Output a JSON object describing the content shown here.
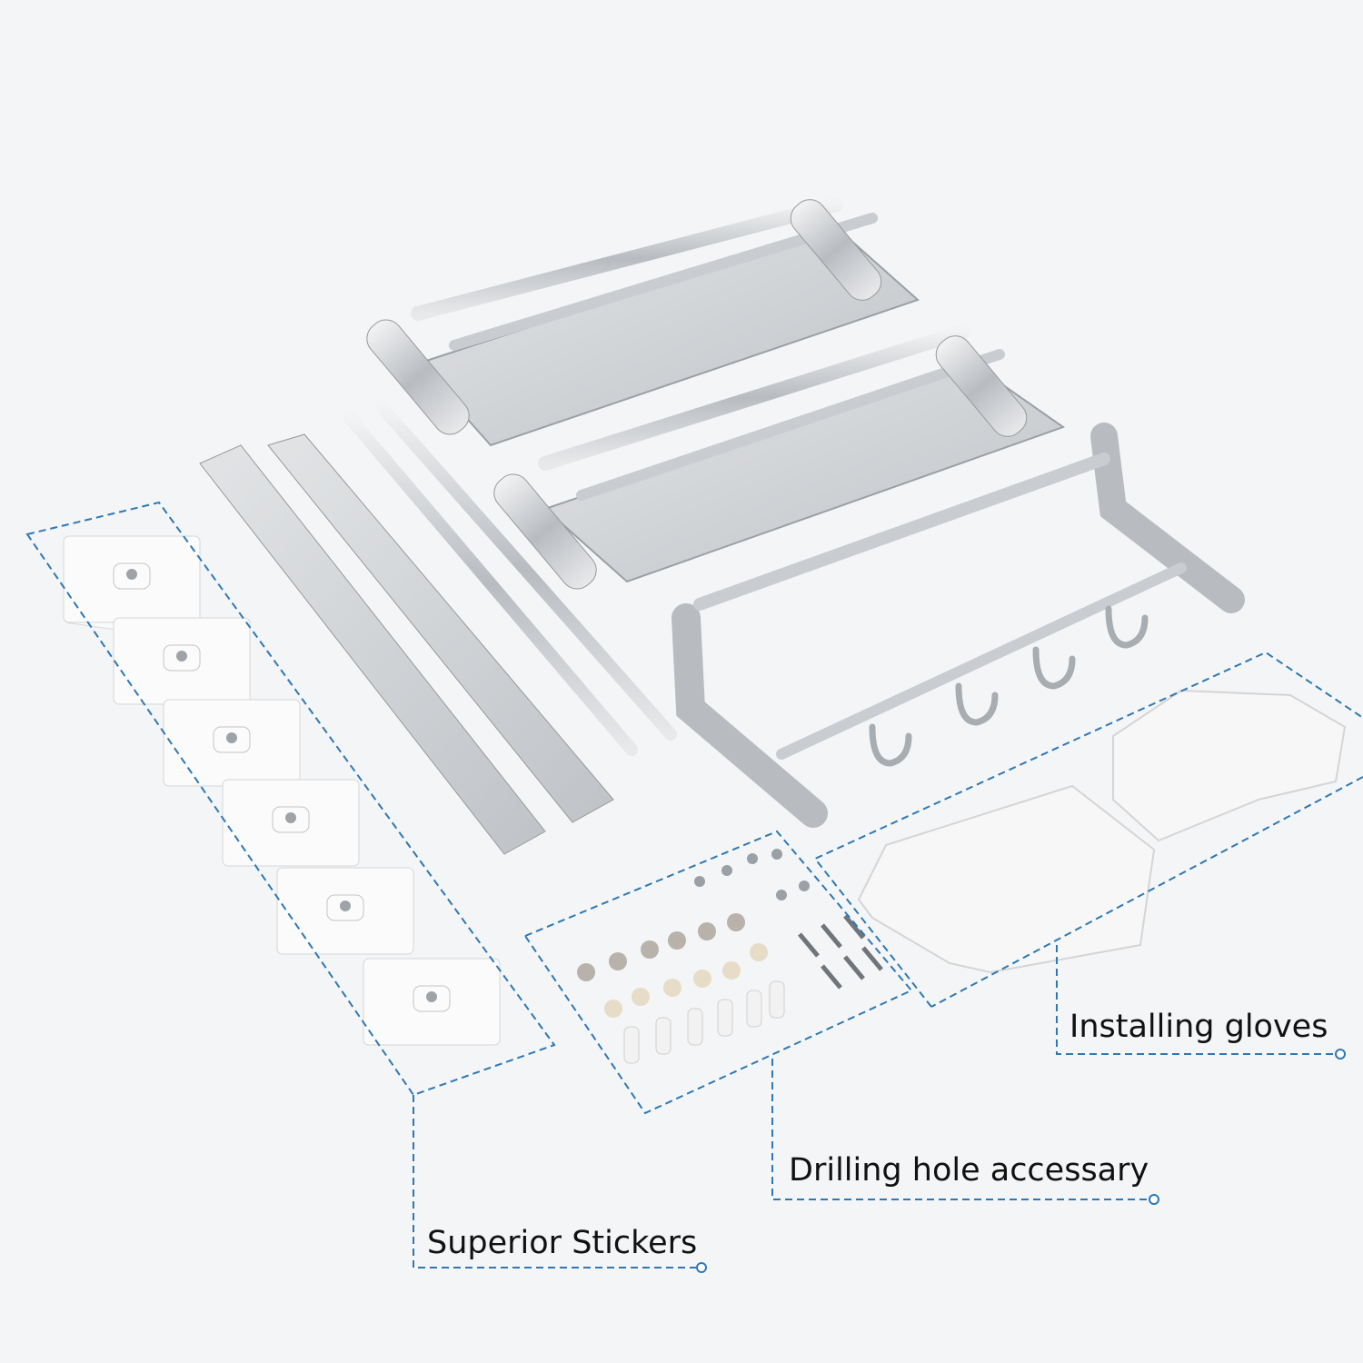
{
  "callouts": {
    "stickers": "Superior Stickers",
    "drilling": "Drilling hole accessary",
    "gloves": "Installing gloves"
  },
  "colors": {
    "callout_line": "#2e78b5",
    "background": "#f4f5f6",
    "steel": "#c9ccd0"
  }
}
